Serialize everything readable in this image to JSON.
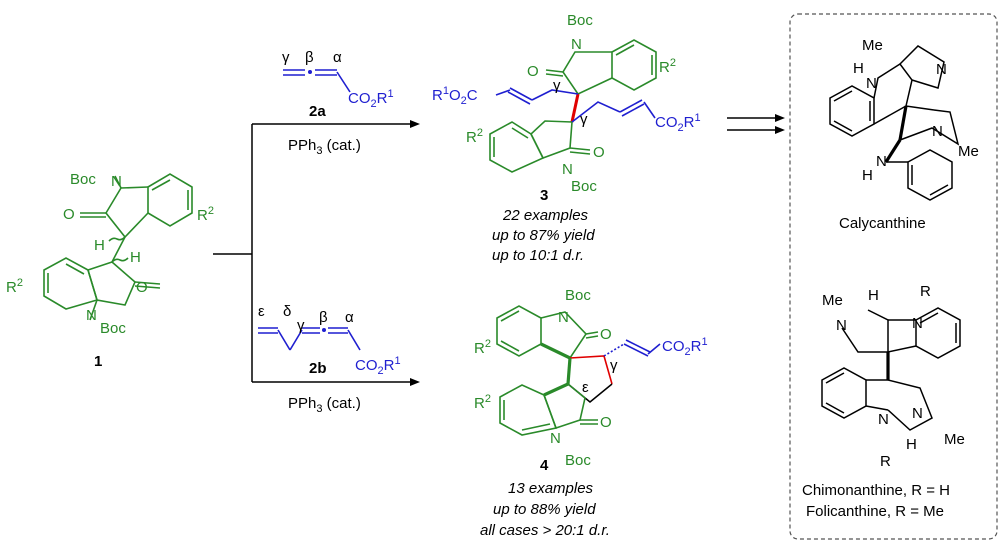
{
  "reagents": {
    "allene_2a": {
      "label": "2a",
      "greek": [
        "γ",
        "β",
        "α"
      ],
      "ester": "CO2R1"
    },
    "allene_2b": {
      "label": "2b",
      "greek": [
        "ε",
        "δ",
        "γ",
        "β",
        "α"
      ],
      "ester": "CO2R1"
    },
    "catalyst_top": "PPh3 (cat.)",
    "catalyst_bottom": "PPh3 (cat.)"
  },
  "substrate_1": {
    "label": "1",
    "boc_top": "Boc",
    "boc_bottom": "Boc",
    "r_right": "R2",
    "r_left": "R2",
    "o_top": "O",
    "o_bottom": "O",
    "h_top": "H",
    "h_bottom": "H",
    "n_top": "N",
    "n_bottom": "N"
  },
  "product_3": {
    "label": "3",
    "boc_top": "Boc",
    "boc_bottom": "Boc",
    "ester_left": "R1O2C",
    "ester_right": "CO2R1",
    "r_top": "R2",
    "r_bottom": "R2",
    "gamma_top": "γ",
    "gamma_bottom": "γ",
    "stats": [
      "22 examples",
      "up to 87% yield",
      "up to 10:1 d.r."
    ]
  },
  "product_4": {
    "label": "4",
    "boc_top": "Boc",
    "boc_bottom": "Boc",
    "ester": "CO2R1",
    "r_top": "R2",
    "r_bottom": "R2",
    "gamma": "γ",
    "epsilon": "ε",
    "stats": [
      "13 examples",
      "up to 88% yield",
      "all cases > 20:1 d.r."
    ]
  },
  "natural_products": {
    "calycanthine": {
      "name": "Calycanthine",
      "me_top": "Me",
      "me_right": "Me",
      "nh_top": "H",
      "nh_bottom": "H"
    },
    "chimonanthine": {
      "caption_1": "Chimonanthine, R = H",
      "caption_2": "Folicanthine, R = Me",
      "r_top": "R",
      "r_bottom": "R",
      "me_left": "Me",
      "me_right": "Me",
      "h_top": "H",
      "h_bottom": "H"
    }
  },
  "colors": {
    "oxindole": "#2a8a2a",
    "allene": "#1f1fd0",
    "new_bond": "#e00000",
    "frame": "#555555"
  }
}
